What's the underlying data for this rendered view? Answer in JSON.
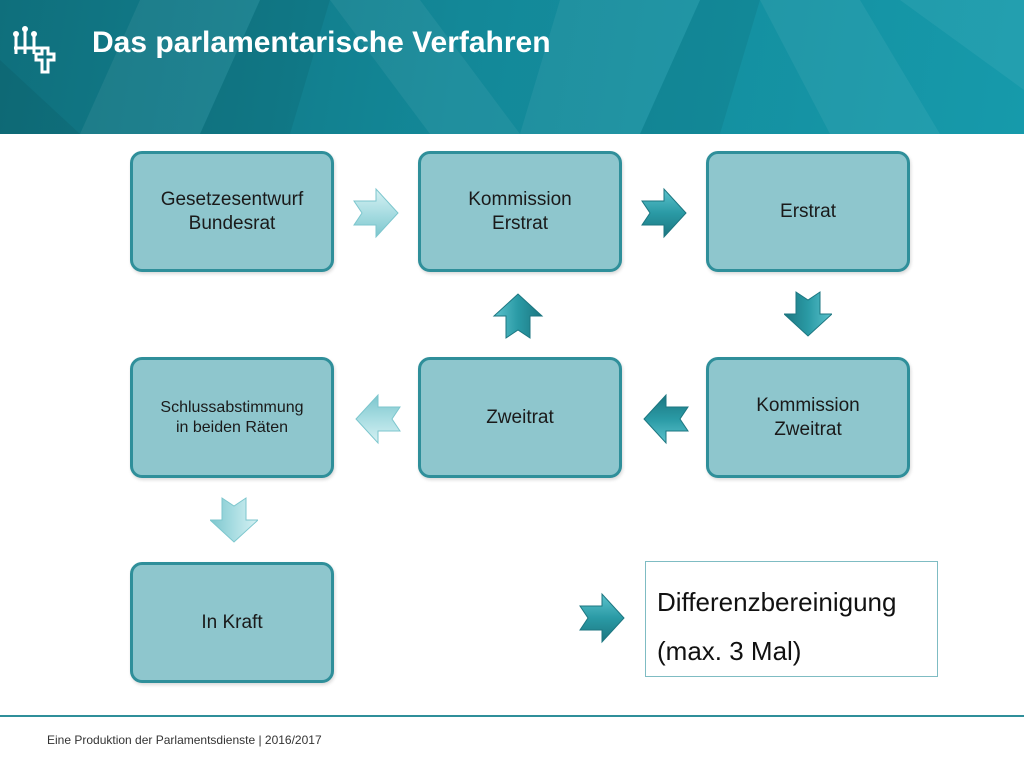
{
  "header": {
    "title": "Das parlamentarische Verfahren"
  },
  "colors": {
    "header_bg": "#138898",
    "node_fill": "#8ec6cd",
    "node_border": "#2f8f9a",
    "arrow_dark": "#2a8e98",
    "arrow_light": "#a9dde2"
  },
  "icons": {
    "logo": "parliament-cross-icon"
  },
  "nodes": [
    {
      "id": "gesetzesentwurf",
      "label": "Gesetzesentwurf\nBundesrat"
    },
    {
      "id": "kommission-erstrat",
      "label": "Kommission\nErstrat"
    },
    {
      "id": "erstrat",
      "label": "Erstrat"
    },
    {
      "id": "kommission-zweitrat",
      "label": "Kommission\nZweitrat"
    },
    {
      "id": "zweitrat",
      "label": "Zweitrat"
    },
    {
      "id": "schlussabstimmung",
      "label": "Schlussabstimmung\nin beiden Räten"
    },
    {
      "id": "in-kraft",
      "label": "In Kraft"
    }
  ],
  "edges": [
    {
      "from": "gesetzesentwurf",
      "to": "kommission-erstrat",
      "direction": "right",
      "style": "light"
    },
    {
      "from": "kommission-erstrat",
      "to": "erstrat",
      "direction": "right",
      "style": "dark"
    },
    {
      "from": "erstrat",
      "to": "kommission-zweitrat",
      "direction": "down",
      "style": "dark"
    },
    {
      "from": "kommission-zweitrat",
      "to": "zweitrat",
      "direction": "left",
      "style": "dark"
    },
    {
      "from": "zweitrat",
      "to": "kommission-erstrat",
      "direction": "up",
      "style": "dark"
    },
    {
      "from": "zweitrat",
      "to": "schlussabstimmung",
      "direction": "left",
      "style": "light"
    },
    {
      "from": "schlussabstimmung",
      "to": "in-kraft",
      "direction": "down",
      "style": "light"
    }
  ],
  "legend": {
    "arrow_style": "dark",
    "line1": "Differenzbereinigung",
    "line2": "(max. 3 Mal)"
  },
  "footer": {
    "text": "Eine Produktion der Parlamentsdienste | 2016/2017"
  }
}
